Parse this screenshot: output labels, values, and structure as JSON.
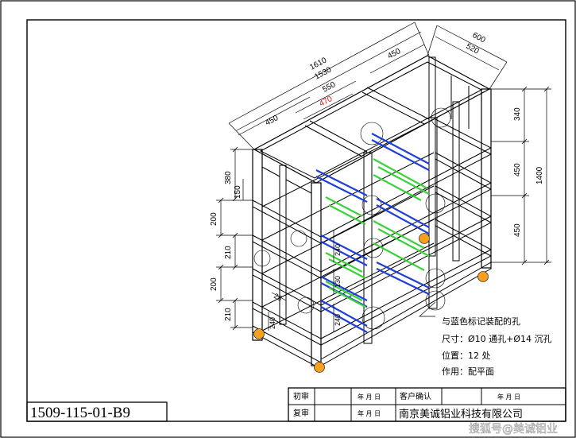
{
  "drawing": {
    "dimensions": {
      "top_overall": "1610",
      "top_inner": "1530",
      "top_bay_right": "450",
      "top_bay_left": "450",
      "top_mid": "550",
      "top_mid_red": "470",
      "depth_overall": "600",
      "depth_inner": "520",
      "right_tier_top": "340",
      "right_tier_mid": "450",
      "right_tier_bottom": "450",
      "right_height_total": "1400",
      "left_380": "380",
      "left_150": "150",
      "left_200a": "200",
      "left_210a": "210",
      "left_200b": "200",
      "left_210b": "210",
      "left_inner_a": "240",
      "left_inner_b": "130",
      "left_inner_c": "25",
      "left_inner_d": "240",
      "left_inner_e": "240"
    },
    "notes": {
      "line1": "与蓝色标记装配的孔",
      "line2": "尺寸：Ø10 通孔+Ø14 沉孔",
      "line3": "位置：12 处",
      "line4": "作用：配平面"
    },
    "colors": {
      "blue": "#1f3fd6",
      "green": "#3bd13b",
      "orange": "#f5a020",
      "red": "#e01010"
    }
  },
  "title_block": {
    "drawing_number": "1509-115-01-B9",
    "row1_label": "初审",
    "row2_label": "复审",
    "date_ymd": "年 月 日",
    "customer_confirm": "客户确认",
    "company": "南京美诚铝业科技有限公司"
  },
  "watermark": "搜狐号@美诚铝业"
}
